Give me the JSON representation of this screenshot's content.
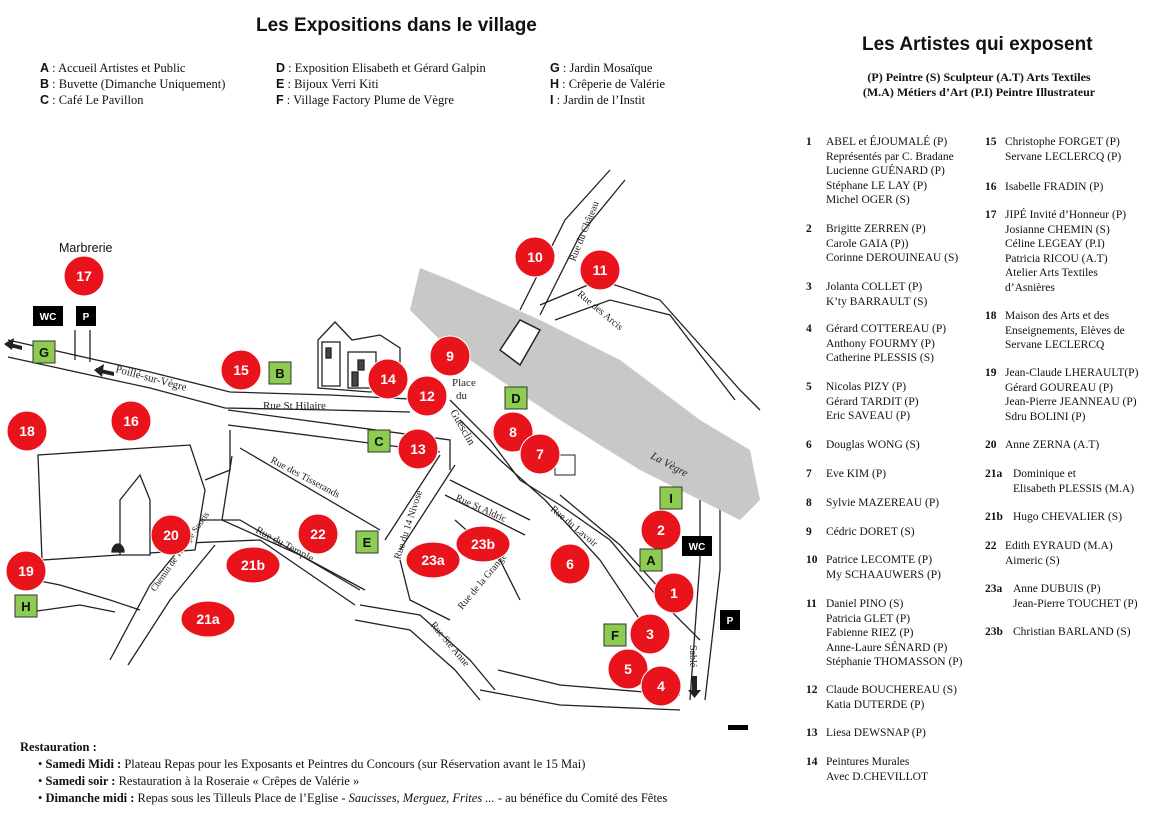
{
  "left_title": "Les Expositions dans le village",
  "right_title": "Les Artistes qui exposent",
  "legend": [
    {
      "key": "A",
      "label": "Accueil Artistes et Public"
    },
    {
      "key": "B",
      "label": "Buvette (Dimanche Uniquement)"
    },
    {
      "key": "C",
      "label": "Café Le Pavillon"
    },
    {
      "key": "D",
      "label": "Exposition Elisabeth et Gérard Galpin"
    },
    {
      "key": "E",
      "label": "Bijoux Verri Kiti"
    },
    {
      "key": "F",
      "label": "Village Factory Plume de Vègre"
    },
    {
      "key": "G",
      "label": "Jardin Mosaïque"
    },
    {
      "key": "H",
      "label": "Crêperie de Valérie"
    },
    {
      "key": "I",
      "label": "Jardin de l’Instit"
    }
  ],
  "categories_line1": "(P) Peintre     (S) Sculpteur     (A.T) Arts Textiles",
  "categories_line2": "(M.A) Métiers d’Art     (P.I) Peintre Illustrateur",
  "artists_left": [
    {
      "num": "1",
      "names": [
        "ABEL et ÉJOUMALÉ  (P)",
        "Représentés par C. Bradane",
        "Lucienne GUÉNARD (P)",
        "Stéphane LE LAY (P)",
        "Michel OGER (S)"
      ]
    },
    {
      "num": "2",
      "names": [
        "Brigitte ZERREN (P)",
        "Carole GAIA (P))",
        "Corinne DEROUINEAU (S)"
      ]
    },
    {
      "num": "3",
      "names": [
        "Jolanta COLLET (P)",
        "K’ty BARRAULT (S)"
      ]
    },
    {
      "num": "4",
      "names": [
        "Gérard COTTEREAU (P)",
        "Anthony FOURMY (P)",
        "Catherine PLESSIS (S)"
      ]
    },
    {
      "num": "5",
      "names": [
        "Nicolas PIZY (P)",
        "Gérard TARDIT (P)",
        "Eric SAVEAU (P)"
      ]
    },
    {
      "num": "6",
      "names": [
        "Douglas WONG (S)"
      ]
    },
    {
      "num": "7",
      "names": [
        "Eve KIM (P)"
      ]
    },
    {
      "num": "8",
      "names": [
        "Sylvie MAZEREAU (P)"
      ]
    },
    {
      "num": "9",
      "names": [
        "Cédric DORET (S)"
      ]
    },
    {
      "num": "10",
      "names": [
        "Patrice LECOMTE (P)",
        "My SCHAAUWERS (P)"
      ]
    },
    {
      "num": "11",
      "names": [
        "Daniel PINO (S)",
        "Patricia GLET (P)",
        "Fabienne RIEZ (P)",
        "Anne-Laure SÉNARD (P)",
        "Stéphanie THOMASSON (P)"
      ]
    },
    {
      "num": "12",
      "names": [
        "Claude BOUCHEREAU (S)",
        "Katia DUTERDE (P)"
      ]
    },
    {
      "num": "13",
      "names": [
        "Liesa DEWSNAP (P)"
      ]
    },
    {
      "num": "14",
      "names": [
        "Peintures Murales",
        "Avec D.CHEVILLOT"
      ]
    }
  ],
  "artists_right": [
    {
      "num": "15",
      "names": [
        "Christophe FORGET (P)",
        "Servane LECLERCQ (P)"
      ]
    },
    {
      "num": "16",
      "names": [
        "Isabelle FRADIN (P)"
      ]
    },
    {
      "num": "17",
      "names": [
        "JIPÉ Invité d’Honneur (P)",
        "Josianne CHEMIN (S)",
        "Céline LEGEAY (P.I)",
        "Patricia RICOU (A.T)",
        "Atelier Arts Textiles",
        "d’Asnières"
      ]
    },
    {
      "num": "18",
      "names": [
        "Maison des Arts et des",
        "Enseignements, Elèves de",
        "Servane LECLERCQ"
      ]
    },
    {
      "num": "19",
      "names": [
        "Jean-Claude LHERAULT(P)",
        "Gérard GOUREAU (P)",
        "Jean-Pierre JEANNEAU (P)",
        "Sdru BOLINI (P)"
      ]
    },
    {
      "num": "20",
      "names": [
        "Anne ZERNA (A.T)"
      ]
    },
    {
      "num": "21a",
      "names": [
        "Dominique et",
        "Elisabeth PLESSIS (M.A)"
      ]
    },
    {
      "num": "21b",
      "names": [
        "Hugo CHEVALIER (S)"
      ]
    },
    {
      "num": "22",
      "names": [
        "Edith EYRAUD (M.A)",
        "Aimeric (S)"
      ]
    },
    {
      "num": "23a",
      "names": [
        "Anne DUBUIS (P)",
        "Jean-Pierre TOUCHET (P)"
      ]
    },
    {
      "num": "23b",
      "names": [
        "Christian BARLAND (S)"
      ]
    }
  ],
  "map": {
    "marbrerie": "Marbrerie",
    "streets": {
      "poille": "Poillé-sur-Vègre",
      "st_hilaire": "Rue St Hilaire",
      "tisserands": "Rue des Tisserands",
      "chateau": "Rue du Château",
      "arcis": "Rue des Arcis",
      "place1": "Place",
      "place2": "du",
      "place3": "Guesclin",
      "vegre": "La Vègre",
      "quatorze": "Rue du 14 Nivose",
      "aldric": "Rue St Aldric",
      "lavoir": "Rue du Lavoir",
      "temple": "Rue du Temple",
      "trompe": "Chemin de Trompe Souris",
      "grange": "Rue de la Grange",
      "anne": "Rue Ste Anne",
      "sable": "Sablé"
    },
    "wc": "WC",
    "parking": "P",
    "red_markers": [
      "17",
      "15",
      "16",
      "18",
      "9",
      "10",
      "11",
      "14",
      "12",
      "13",
      "8",
      "7",
      "2",
      "1",
      "3",
      "5",
      "4",
      "6",
      "20",
      "22",
      "21b",
      "23a",
      "23b",
      "19",
      "21a"
    ],
    "green_markers": [
      "G",
      "B",
      "C",
      "D",
      "I",
      "E",
      "A",
      "F",
      "H"
    ],
    "red_color": "#e8131b",
    "green_color": "#8ccc52",
    "river_color": "#c8c8c8"
  },
  "restauration": {
    "head": "Restauration :",
    "items": [
      {
        "label": "Samedi Midi :",
        "text": "Plateau Repas pour les Exposants et Peintres du Concours (sur Réservation avant le 15 Mai)"
      },
      {
        "label": "Samedi soir :",
        "text": "Restauration à la Roseraie « Crêpes de Valérie »"
      },
      {
        "label": "Dimanche midi :",
        "text": "Repas sous les Tilleuls Place de l’Eglise  - ",
        "italic": "Saucisses, Merguez, Frites ...",
        "tail": " - au bénéfice du Comité des Fêtes"
      }
    ]
  }
}
